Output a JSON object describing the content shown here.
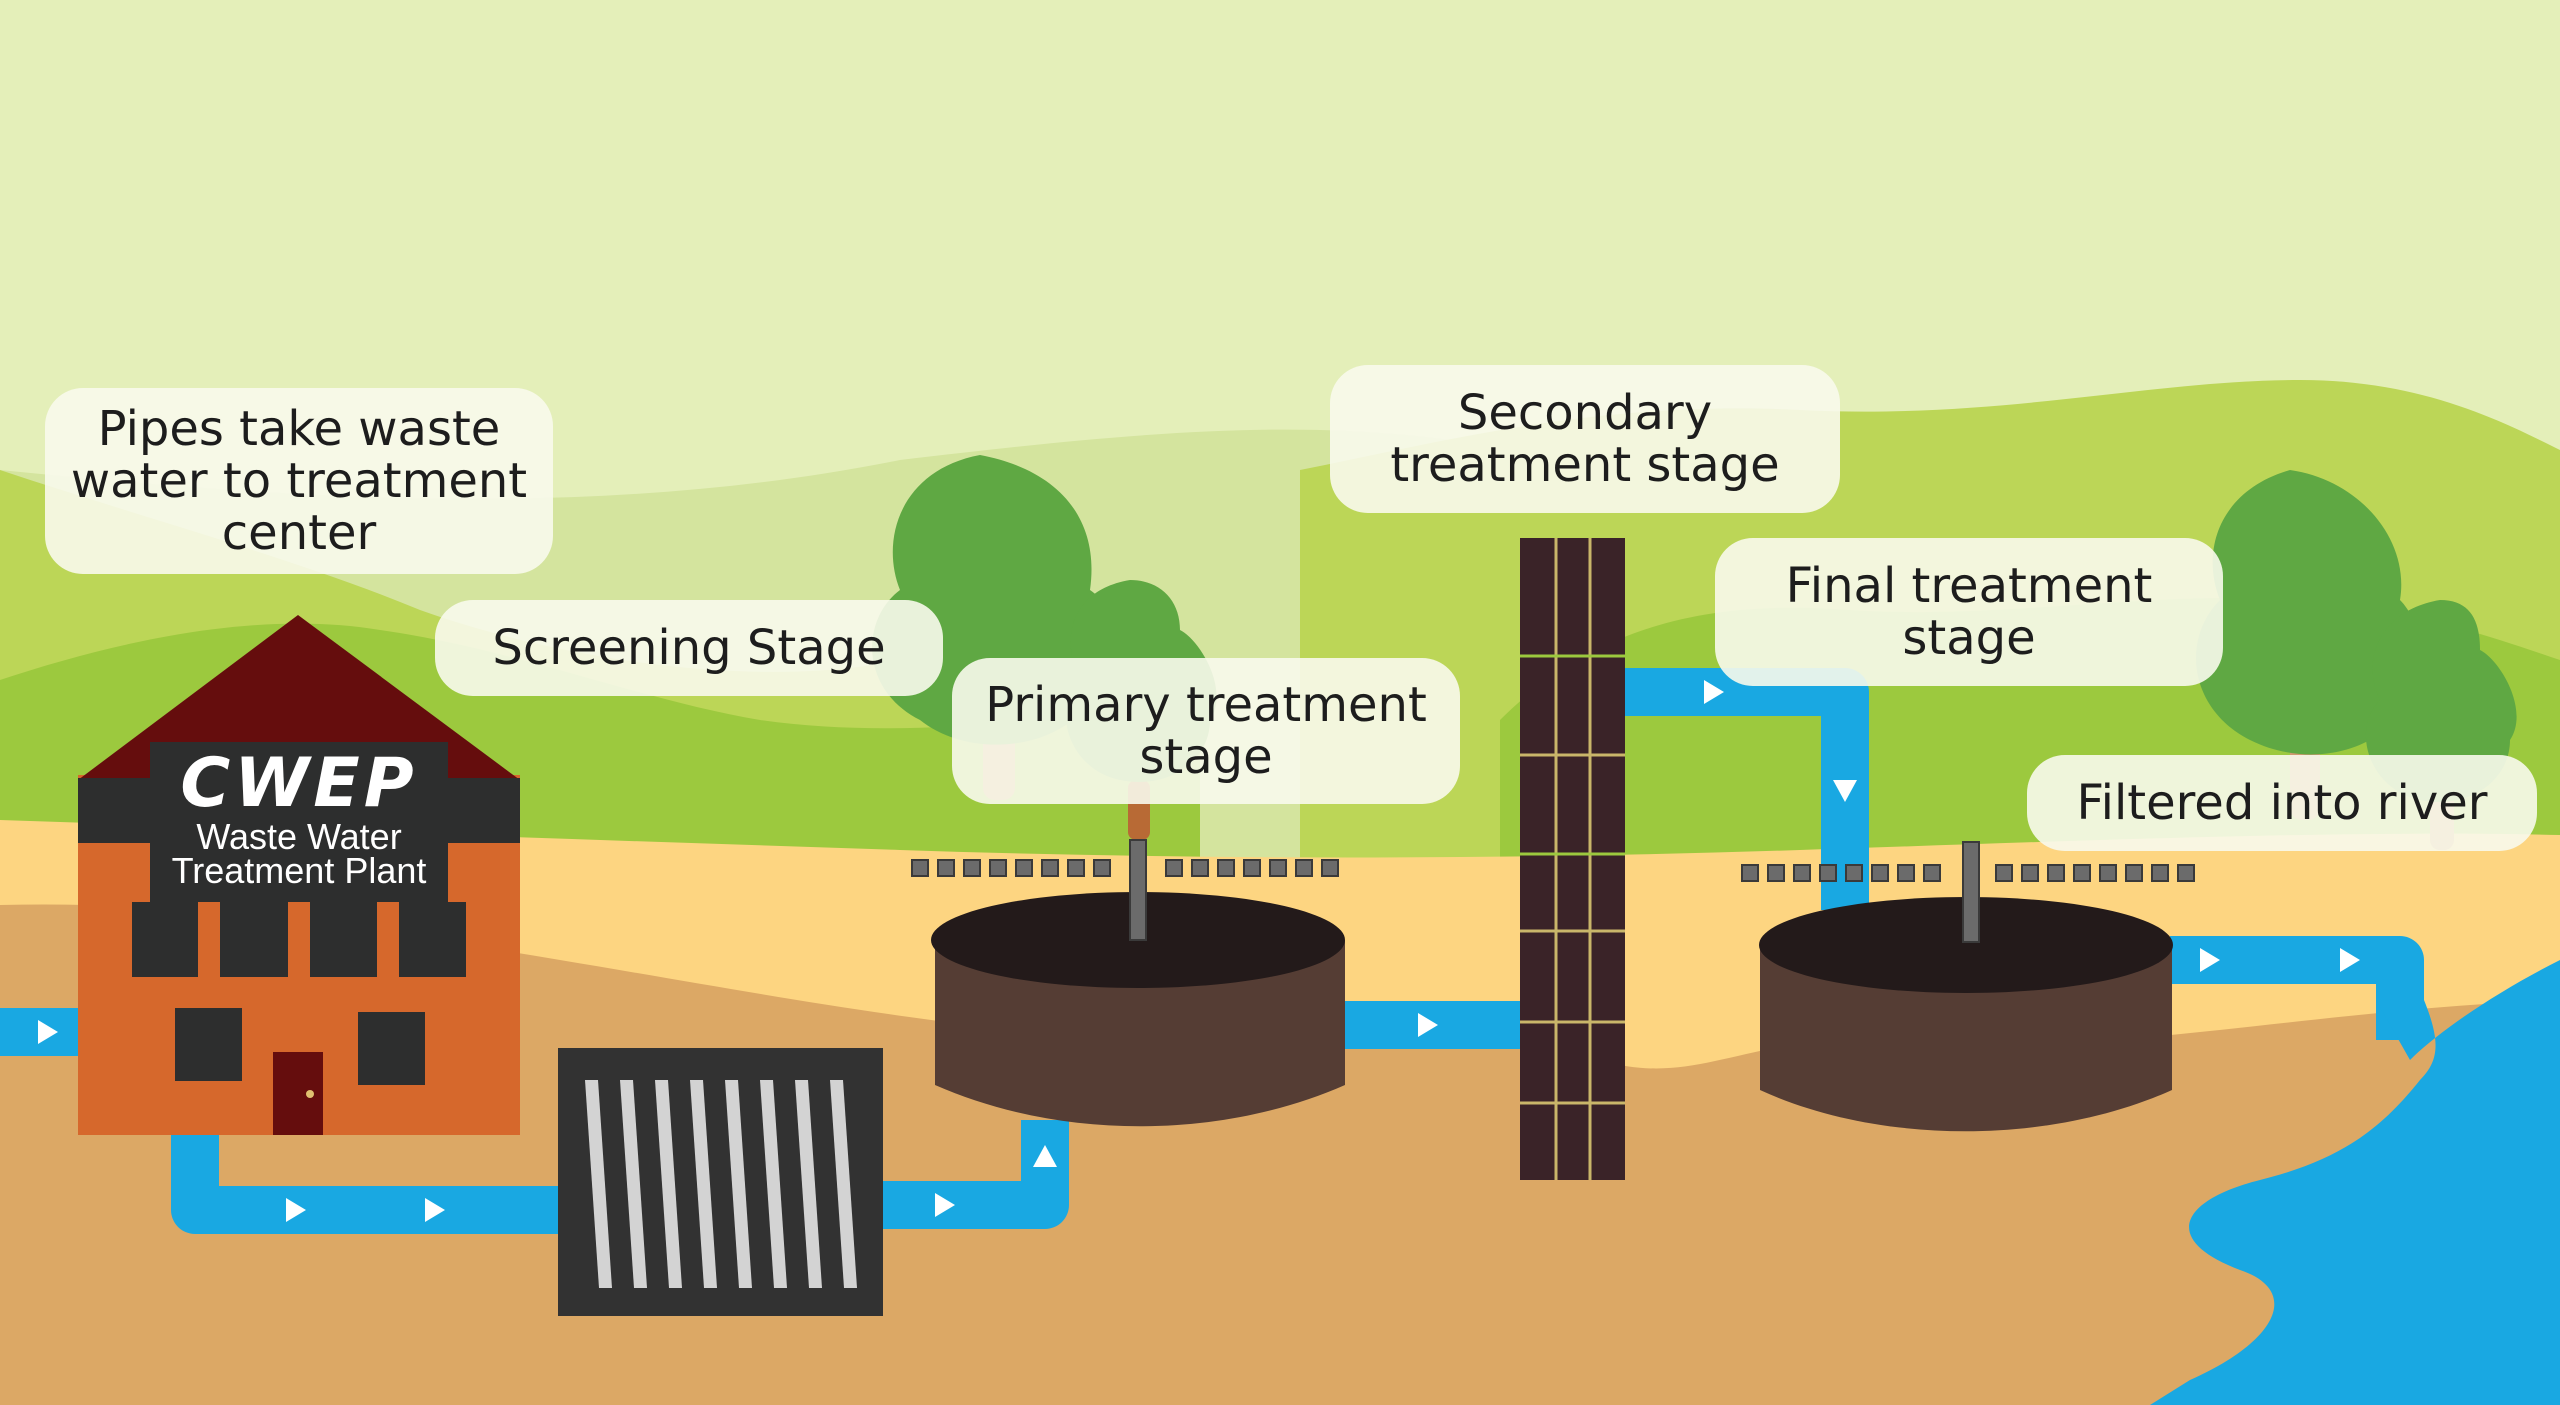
{
  "stages": [
    {
      "id": "pipes",
      "label": "Pipes take waste water to treatment center"
    },
    {
      "id": "screening",
      "label": "Screening Stage"
    },
    {
      "id": "primary",
      "label": "Primary treatment stage"
    },
    {
      "id": "secondary",
      "label": "Secondary treatment stage"
    },
    {
      "id": "final",
      "label": "Final treatment stage"
    },
    {
      "id": "river",
      "label": "Filtered into river"
    }
  ],
  "building": {
    "logo": "CWEP",
    "subtitle_line1": "Waste Water",
    "subtitle_line2": "Treatment Plant"
  },
  "colors": {
    "sky": "#e4efb9",
    "hill_far": "#d4e49e",
    "hill_mid": "#bcd657",
    "hill_near": "#9cc93e",
    "sand": "#fdd581",
    "soil": "#dca865",
    "water": "#19a8e2",
    "tank_body": "#553d34",
    "tank_top": "#231a1a",
    "building_wall": "#d6682c",
    "building_roof": "#650d0d",
    "building_dark": "#2d2e2e",
    "screen_frame": "#323232",
    "screen_bar": "#d3d3d3",
    "tower": "#3a2328",
    "tree": "#5fa843"
  }
}
